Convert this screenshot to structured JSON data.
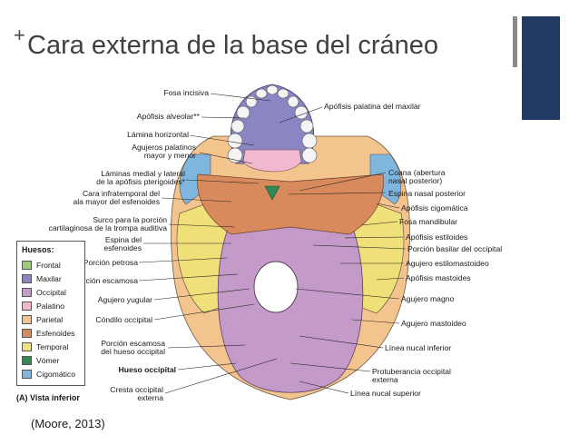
{
  "slide": {
    "plus": "+",
    "title": "Cara externa de la base del cráneo",
    "credit": "(Moore, 2013)"
  },
  "figure": {
    "view_label": "(A) Vista inferior",
    "labels_left": [
      "Fosa incisiva",
      "Apófisis alveolar**",
      "Lámina horizontal",
      "Agujeros palatinos\nmayor y menor",
      "Láminas medial y lateral\nde la apófisis pterigoides*",
      "Cara infratemporal del\nala mayor del esfenoides",
      "Surco para la porción\ncartilaginosa de la trompa auditiva",
      "Espina del\nesfenoides",
      "Porción petrosa",
      "Porción escamosa",
      "Agujero yugular",
      "Cóndilo occipital",
      "Porción escamosa\ndel hueso occipital",
      "Hueso occipital",
      "Cresta occipital\nexterna"
    ],
    "labels_right": [
      "Apófisis palatina del maxilar",
      "Coana (abertura\nnasal posterior)",
      "Espina nasal posterior",
      "Apófisis cigomática",
      "Fosa mandibular",
      "Apófisis estiloides",
      "Porción basilar del occipital",
      "Agujero estilomastoideo",
      "Apófisis mastoides",
      "Agujero magno",
      "Agujero mastoideo",
      "Línea nucal inferior",
      "Protuberancia occipital\nexterna",
      "Línea nucal superior"
    ]
  },
  "legend": {
    "title": "Huesos:",
    "items": [
      {
        "label": "Frontal",
        "color": "#9ccc7a"
      },
      {
        "label": "Maxilar",
        "color": "#8a86c4"
      },
      {
        "label": "Occipital",
        "color": "#c39ac8"
      },
      {
        "label": "Palatino",
        "color": "#f1b9cf"
      },
      {
        "label": "Parietal",
        "color": "#f3c48e"
      },
      {
        "label": "Esfenoides",
        "color": "#d98a5c"
      },
      {
        "label": "Temporal",
        "color": "#efe07a"
      },
      {
        "label": "Vómer",
        "color": "#2f8a55"
      },
      {
        "label": "Cigomático",
        "color": "#7fb6e0"
      }
    ]
  }
}
